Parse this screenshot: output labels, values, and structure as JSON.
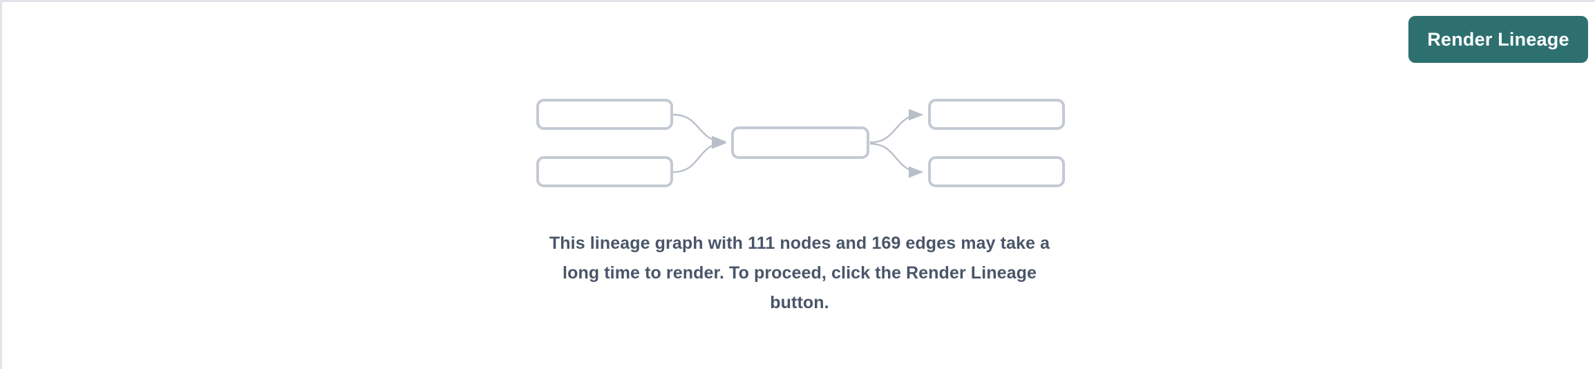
{
  "page": {
    "background_color": "#ffffff",
    "border_color": "#e2e4e9"
  },
  "toolbar": {
    "render_lineage_label": "Render Lineage",
    "render_lineage_color": "#2e7070",
    "render_lineage_text_color": "#ffffff"
  },
  "lineage_placeholder": {
    "node_border_color": "#c4cad3",
    "edge_color": "#b9bfc9",
    "nodes": [
      {
        "id": "source-a",
        "label": ""
      },
      {
        "id": "source-b",
        "label": ""
      },
      {
        "id": "center",
        "label": ""
      },
      {
        "id": "target-a",
        "label": ""
      },
      {
        "id": "target-b",
        "label": ""
      }
    ],
    "edges": [
      {
        "from": "source-a",
        "to": "center"
      },
      {
        "from": "source-b",
        "to": "center"
      },
      {
        "from": "center",
        "to": "target-a"
      },
      {
        "from": "center",
        "to": "target-b"
      }
    ]
  },
  "message": {
    "text": "This lineage graph with 111 nodes and 169 edges may take a long time to render. To proceed, click the Render Lineage button.",
    "node_count": 111,
    "edge_count": 169,
    "text_color": "#4a5568"
  }
}
